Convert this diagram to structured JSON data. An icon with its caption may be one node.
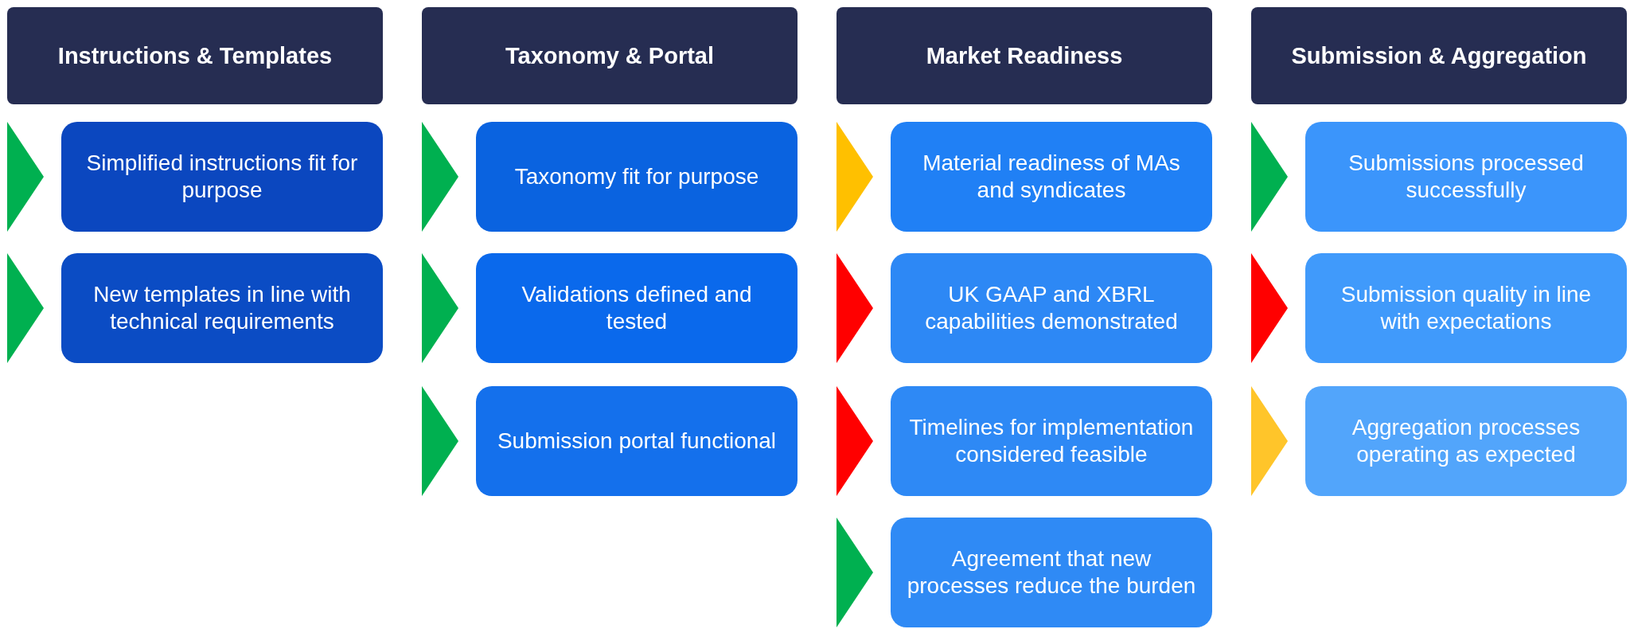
{
  "diagram": {
    "nodes": [
      {
        "text": [
          "Instructions & Templates"
        ]
      },
      {
        "text": [],
        "shape": "triangle"
      },
      {
        "text": [
          "Simplified instructions fit for purpose"
        ]
      },
      {
        "text": [],
        "shape": "triangle"
      },
      {
        "text": [
          "New templates in line with technical requirements"
        ]
      },
      {
        "text": [
          "Taxonomy & Portal"
        ]
      },
      {
        "text": [],
        "shape": "triangle"
      },
      {
        "text": [
          "Taxonomy fit for purpose"
        ]
      },
      {
        "text": [],
        "shape": "triangle"
      },
      {
        "text": [
          "Validations defined and tested"
        ]
      },
      {
        "text": [],
        "shape": "triangle"
      },
      {
        "text": [
          "Submission portal functional"
        ]
      },
      {
        "text": [
          "Market Readiness"
        ]
      },
      {
        "text": [],
        "shape": "triangle"
      },
      {
        "text": [
          "Material readiness of MAs and syndicates"
        ]
      },
      {
        "text": [],
        "shape": "triangle"
      },
      {
        "text": [
          "UK GAAP and XBRL capabilities demonstrated"
        ]
      },
      {
        "text": [],
        "shape": "triangle"
      },
      {
        "text": [
          "Timelines for implementation considered feasible"
        ]
      },
      {
        "text": [],
        "shape": "triangle"
      },
      {
        "text": [
          "Agreement that new processes reduce the burden"
        ]
      },
      {
        "text": [
          "Submission & Aggregation"
        ]
      },
      {
        "text": [],
        "shape": "triangle"
      },
      {
        "text": [
          "Submissions processed successfully"
        ]
      },
      {
        "text": [],
        "shape": "triangle"
      },
      {
        "text": [
          "Submission quality in line with expectations"
        ]
      },
      {
        "text": [],
        "shape": "triangle"
      },
      {
        "text": [
          "Aggregation processes operating as expected"
        ]
      }
    ],
    "edges": []
  }
}
